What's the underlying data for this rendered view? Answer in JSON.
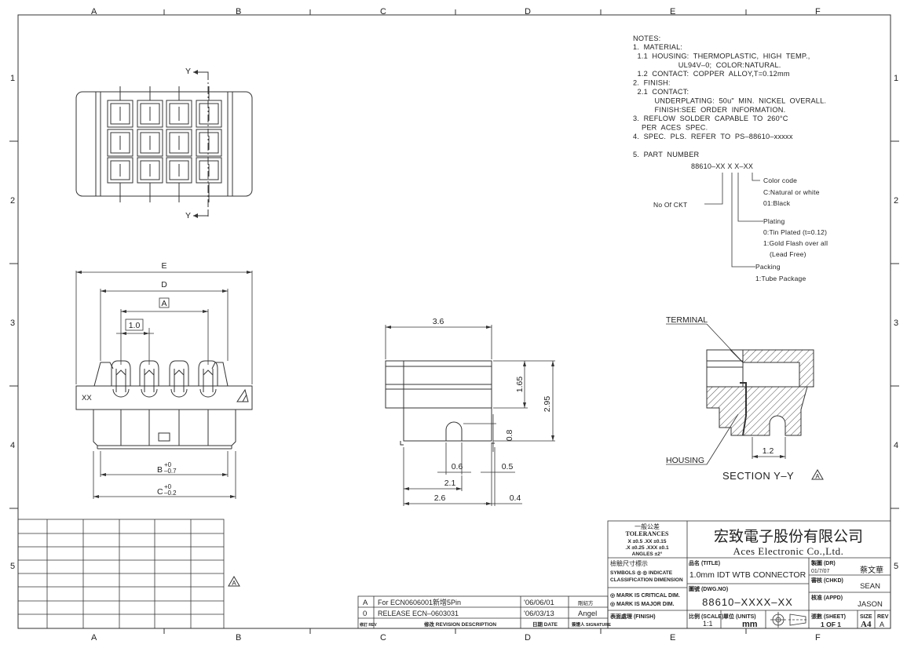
{
  "zones": {
    "top": [
      "A",
      "B",
      "C",
      "D",
      "E",
      "F"
    ],
    "bottom": [
      "A",
      "B",
      "C",
      "D",
      "E",
      "F"
    ],
    "left": [
      "1",
      "2",
      "3",
      "4",
      "5"
    ],
    "right": [
      "1",
      "2",
      "3",
      "4",
      "5"
    ]
  },
  "notes": {
    "title": "NOTES:",
    "lines": [
      "1.  MATERIAL:",
      "  1.1  HOUSING:  THERMOPLASTIC,  HIGH  TEMP.,",
      "                     UL94V–0;  COLOR:NATURAL.",
      "  1.2  CONTACT:  COPPER  ALLOY,T=0.12mm",
      "2.  FINISH:",
      "  2.1  CONTACT:",
      "          UNDERPLATING:  50u\"  MIN.  NICKEL  OVERALL.",
      "          FINISH:SEE  ORDER  INFORMATION.",
      "3.  REFLOW  SOLDER  CAPABLE  TO  260°C",
      "    PER  ACES  SPEC.",
      "4.  SPEC.  PLS.  REFER  TO  PS–88610–xxxxx",
      "",
      "5.  PART  NUMBER"
    ],
    "part_number": "88610–XX  X  X–XX",
    "no_of_ckt": "No  Of  CKT",
    "color_code": [
      "Color  code",
      "C:Natural  or  white",
      "01:Black"
    ],
    "plating": [
      "Plating",
      "0:Tin  Plated  (t=0.12)",
      "1:Gold  Flash  over  all",
      "(Lead  Free)"
    ],
    "packing": [
      "Packing",
      "1:Tube  Package"
    ]
  },
  "top_view": {
    "y_top": "Y",
    "y_bottom": "Y"
  },
  "front_view": {
    "dim_e": "E",
    "dim_d": "D",
    "dim_a": "A",
    "dim_pitch": "1.0",
    "label_xx": "XX",
    "dim_b": "B",
    "dim_b_tol_plus": "+0",
    "dim_b_tol_minus": "–0.7",
    "dim_c": "C",
    "dim_c_tol_plus": "+0",
    "dim_c_tol_minus": "–0.2"
  },
  "side_view": {
    "d36": "3.6",
    "d165": "1.65",
    "d295": "2.95",
    "d08": "0.8",
    "d06": "0.6",
    "d05": "0.5",
    "d21": "2.1",
    "d26": "2.6",
    "d04": "0.4"
  },
  "section": {
    "terminal": "TERMINAL",
    "housing": "HOUSING",
    "d12": "1.2",
    "title": "SECTION  Y–Y"
  },
  "revisions": [
    {
      "rev": "A",
      "desc": "For  ECN0606001新增5Pin",
      "date": "'06/06/01",
      "sign": "剛紹方"
    },
    {
      "rev": "0",
      "desc": "RELEASE  ECN–0603031",
      "date": "'06/03/13",
      "sign": "Angel"
    }
  ],
  "revision_header": {
    "rev": "修訂 REV",
    "desc": "修改 REVISION DESCRIPTION",
    "date": "日期 DATE",
    "sign": "簽證人 SIGNATURE"
  },
  "title_block": {
    "tol_cn": "一般公差",
    "tol_title": "TOLERANCES",
    "tol_line1": "X  ±0.5    .XX  ±0.15",
    "tol_line2": ".X  ±0.25  .XXX  ±0.1",
    "tol_line3": "ANGLES      ±2°",
    "check_cn": "檢驗尺寸標示",
    "symbols_line1": "SYMBOLS ◎ ◎ INDICATE",
    "symbols_line2": "CLASSIFICATION  DIMENSION",
    "mark_critical": "◎ MARK IS CRITICAL DIM.",
    "mark_major": "◎ MARK IS MAJOR DIM.",
    "finish_label": "表面處理  (FINISH)",
    "company_cn": "宏致電子股份有限公司",
    "company_en": "Aces  Electronic  Co.,Ltd.",
    "title_label": "品名 (TITLE)",
    "title_value": "1.0mm  IDT  WTB  CONNECTOR",
    "dwgno_label": "圖號 (DWG.NO)",
    "dwgno_value": "88610–XXXX–XX",
    "dr_label": "製圖 (DR)",
    "dr_date": "01/7/07",
    "dr_name": "蔡文華",
    "chkd_label": "審核 (CHKD)",
    "chkd_name": "SEAN",
    "appd_label": "核准 (APPD)",
    "appd_name": "JASON",
    "scale_label": "比例 (SCALE)",
    "scale_value": "1:1",
    "units_label": "單位 (UNITS)",
    "units_value": "mm",
    "sheet_label": "張數 (SHEET)",
    "sheet_value": "1   OF   1",
    "size_label": "SIZE",
    "size_value": "A4",
    "rev_label": "REV",
    "rev_value": "A"
  },
  "rev_marker": "A"
}
